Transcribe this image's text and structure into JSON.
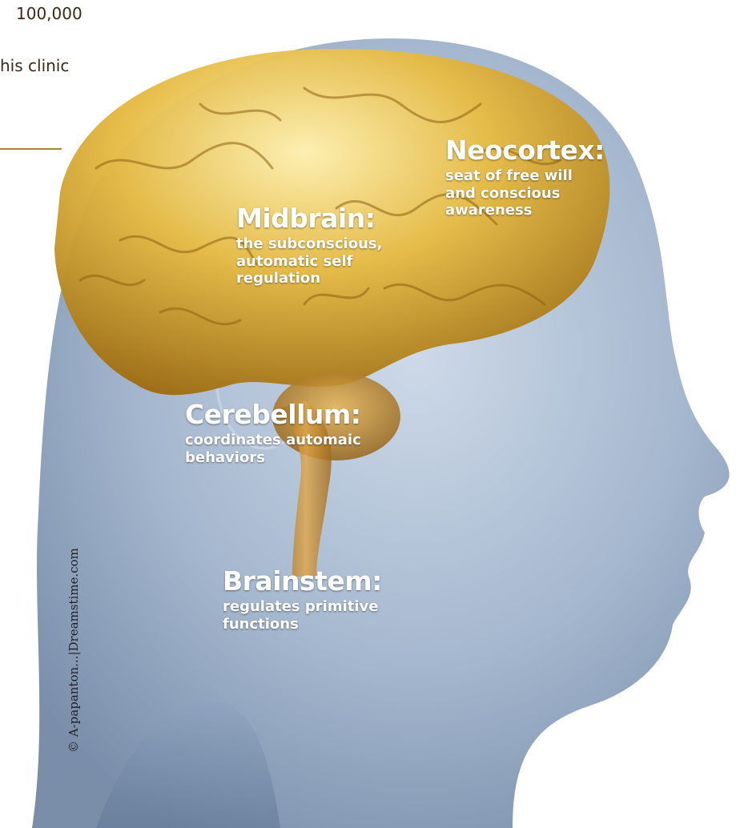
{
  "page_fragments": {
    "line1": "100,000",
    "line2": "his clinic"
  },
  "labels": {
    "neocortex": {
      "title": "Neocortex:",
      "desc": [
        "seat of free will",
        "and conscious",
        "awareness"
      ]
    },
    "midbrain": {
      "title": "Midbrain:",
      "desc": [
        "the subconscious,",
        "automatic self",
        "regulation"
      ]
    },
    "cerebellum": {
      "title": "Cerebellum:",
      "desc": [
        "coordinates  automaic",
        "behaviors"
      ]
    },
    "brainstem": {
      "title": "Brainstem:",
      "desc": [
        "regulates primitive",
        "functions"
      ]
    }
  },
  "credit": "© A-papanton...|Dreamstime.com",
  "colors": {
    "accent_rule": "#a08a3a",
    "head": "#9fb3cc",
    "brain": "#d6a93a"
  }
}
